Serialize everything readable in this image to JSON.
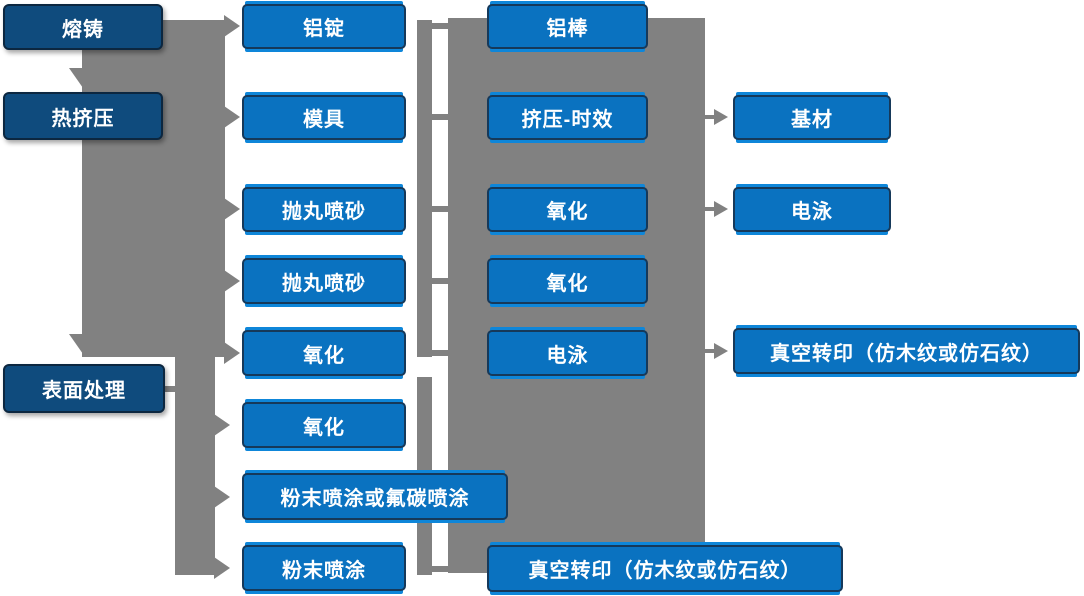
{
  "colors": {
    "dark_box": "#0f4b7d",
    "bright_box": "#0a72c0",
    "connector_gray": "#818181",
    "accent_line": "#0e86d9"
  },
  "nodes": {
    "melting_casting": "熔铸",
    "hot_extrusion": "热挤压",
    "surface_treatment": "表面处理",
    "aluminum_ingot": "铝锭",
    "mold": "模具",
    "shot_blasting_1": "抛丸喷砂",
    "shot_blasting_2": "抛丸喷砂",
    "oxidation_1": "氧化",
    "oxidation_2": "氧化",
    "powder_fluorocarbon": "粉末喷涂或氟碳喷涂",
    "powder_coating": "粉末喷涂",
    "aluminum_rod": "铝棒",
    "extrusion_aging": "挤压-时效",
    "oxidation_3": "氧化",
    "oxidation_4": "氧化",
    "electrophoresis_1": "电泳",
    "vacuum_transfer_1": "真空转印（仿木纹或仿石纹）",
    "substrate": "基材",
    "electrophoresis_2": "电泳",
    "vacuum_transfer_2": "真空转印（仿木纹或仿石纹）"
  }
}
